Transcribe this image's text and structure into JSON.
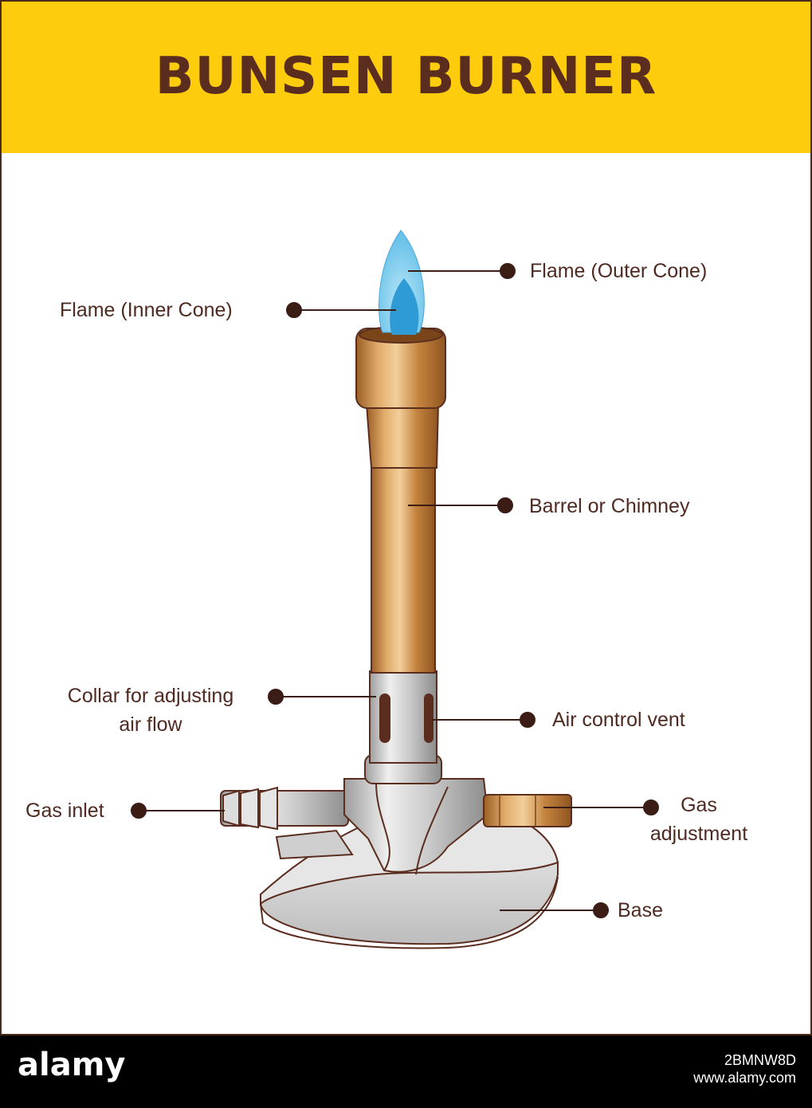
{
  "title": "BUNSEN BURNER",
  "labels": {
    "outer_cone": "Flame (Outer Cone)",
    "inner_cone": "Flame (Inner Cone)",
    "barrel": "Barrel or Chimney",
    "collar_line1": "Collar for  adjusting",
    "collar_line2": "air flow",
    "air_vent": "Air control vent",
    "gas_inlet": "Gas inlet",
    "gas_adjustment_line1": "Gas",
    "gas_adjustment_line2": "adjustment",
    "base": "Base"
  },
  "colors": {
    "banner": "#fdcc0d",
    "title_text": "#5a2d1f",
    "label_text": "#4f2a21",
    "leader_dot": "#3b1d16",
    "copper": "#c98d4a",
    "flame_outer": "#8fd3f0",
    "flame_inner": "#2f9bd6",
    "steel": "#d4d4d4"
  },
  "footer": {
    "brand": "alamy",
    "image_id": "2BMNW8D",
    "url": "www.alamy.com"
  }
}
